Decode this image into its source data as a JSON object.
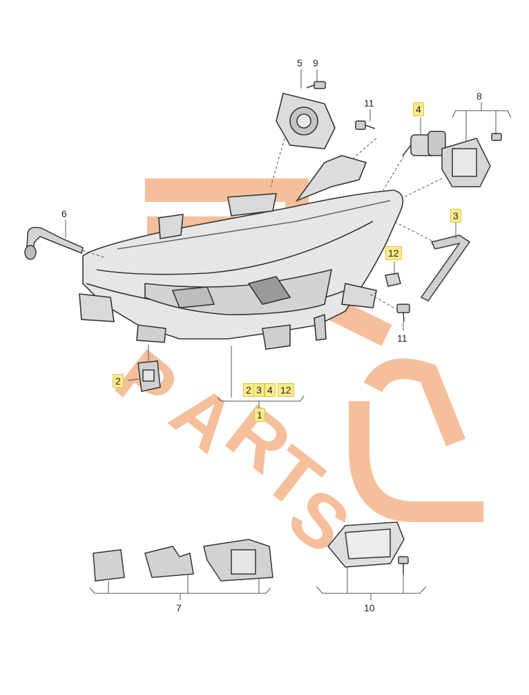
{
  "callouts": {
    "c5": "5",
    "c9": "9",
    "c11_top": "11",
    "c4": "4",
    "c8": "8",
    "c6": "6",
    "c3": "3",
    "c12": "12",
    "c11_bottom": "11",
    "c2": "2",
    "group_2": "2",
    "group_3": "3",
    "group_4": "4",
    "group_12": "12",
    "c1": "1",
    "c7": "7",
    "c10": "10"
  },
  "watermark": {
    "text": "PARTS",
    "color": "#f4b48a"
  },
  "colors": {
    "highlight": "#fbeb8c",
    "line": "#555555"
  }
}
